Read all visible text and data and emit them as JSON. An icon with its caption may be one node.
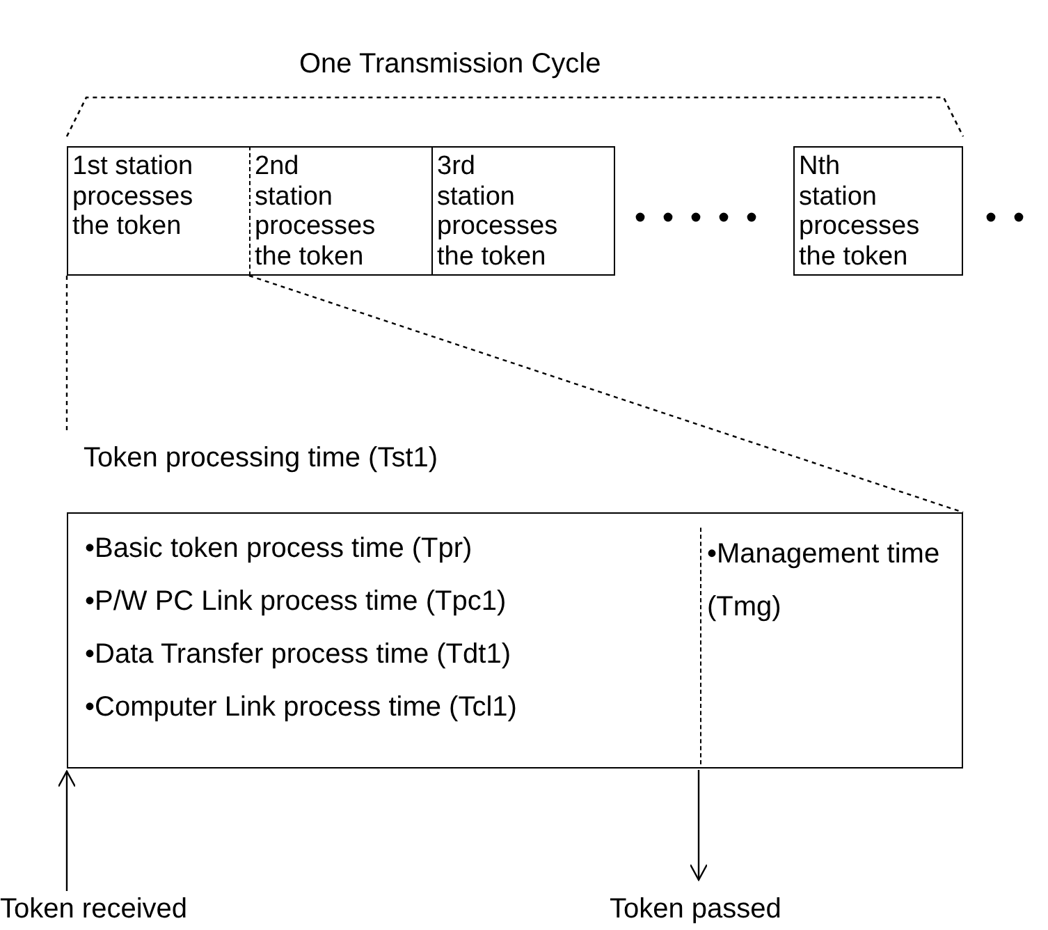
{
  "diagram": {
    "nodes": [
      {
        "text": [
          "1st station processes the token"
        ]
      },
      {
        "text": [
          "2nd station processes the token"
        ]
      },
      {
        "text": [
          "3rd station processes the token"
        ]
      },
      {
        "text": [
          "Nth station processes the token"
        ]
      },
      {
        "text": [
          "Token processing time (Tst1)"
        ]
      },
      {
        "text": [
          "•Basic token process time (Tpr)",
          "•P/W PC Link process time (Tpc1)",
          "•Data Transfer process time (Tdt1)",
          "•Computer Link process time (Tcl1)"
        ],
        "in": 4
      },
      {
        "text": [
          "•Management time (Tmg)"
        ],
        "in": 4
      },
      {
        "text": [
          "Token received"
        ]
      },
      {
        "text": [
          "Token passed"
        ]
      }
    ],
    "edges": [
      {
        "from": 7,
        "to": 4,
        "arrow": "to"
      },
      {
        "from": 4,
        "to": 8,
        "arrow": "to"
      },
      {
        "from": 0,
        "to": 4,
        "arrow": "none",
        "style": "dashed"
      },
      {
        "from": 0,
        "to": 4,
        "arrow": "none",
        "style": "dashed"
      }
    ],
    "labels": [
      "One Transmission Cycle"
    ]
  }
}
